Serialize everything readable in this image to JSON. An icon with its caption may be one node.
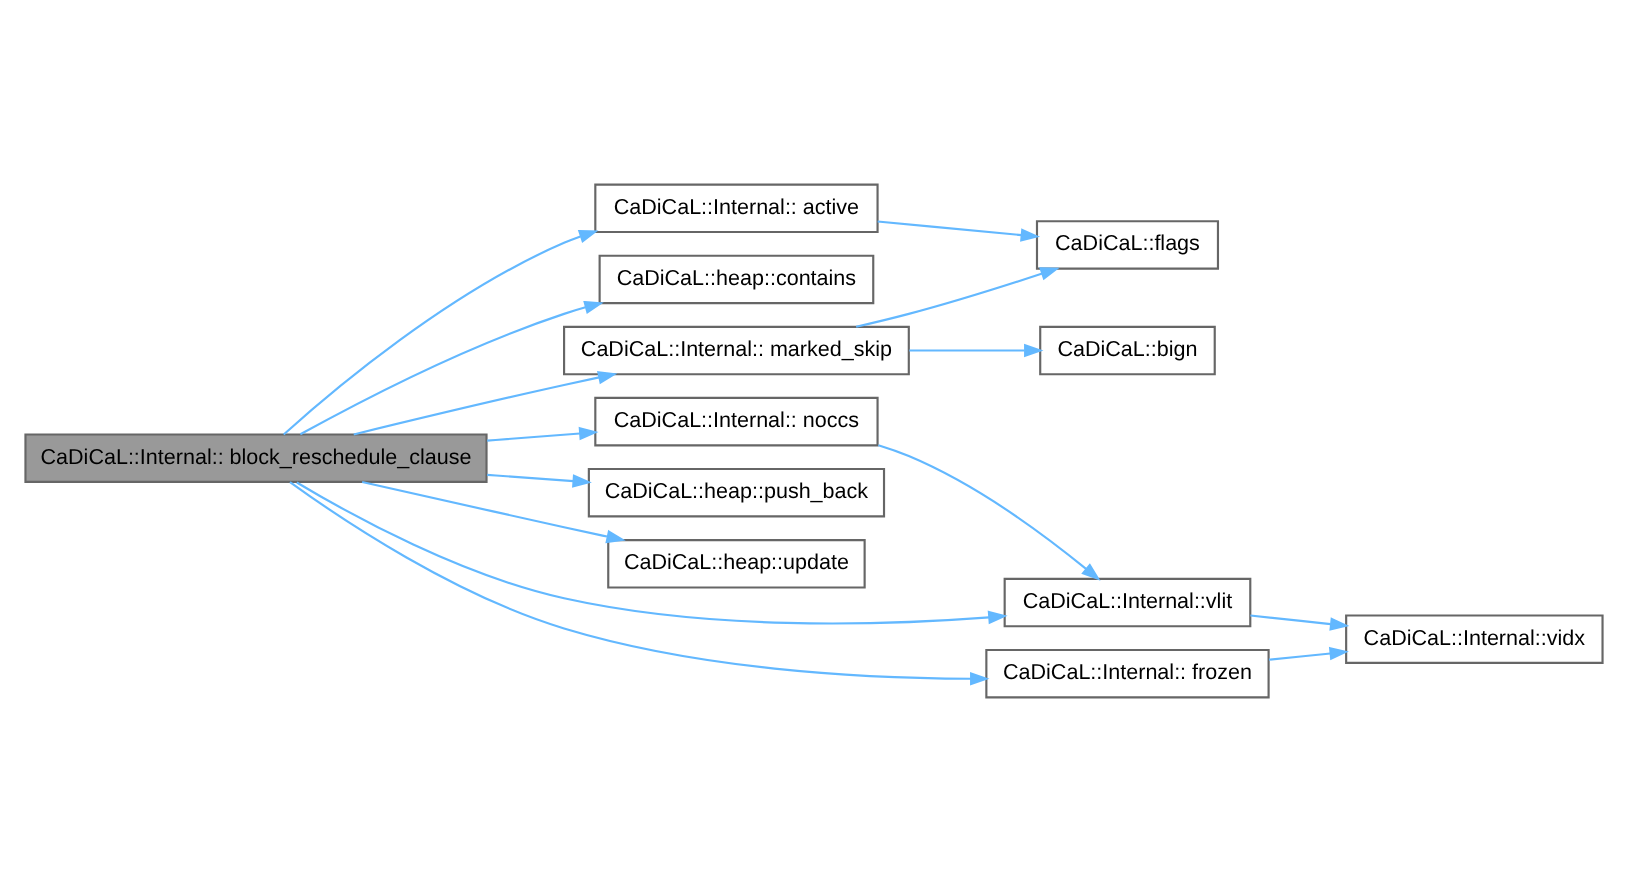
{
  "diagram": {
    "nodes": [
      {
        "text": [
          "CaDiCaL::Internal:: block_reschedule_clause"
        ]
      },
      {
        "text": [
          "CaDiCaL::Internal:: active"
        ]
      },
      {
        "text": [
          "CaDiCaL::heap::contains"
        ]
      },
      {
        "text": [
          "CaDiCaL::Internal:: marked_skip"
        ]
      },
      {
        "text": [
          "CaDiCaL::Internal:: noccs"
        ]
      },
      {
        "text": [
          "CaDiCaL::heap::push_back"
        ]
      },
      {
        "text": [
          "CaDiCaL::heap::update"
        ]
      },
      {
        "text": [
          "CaDiCaL::flags"
        ]
      },
      {
        "text": [
          "CaDiCaL::bign"
        ]
      },
      {
        "text": [
          "CaDiCaL::Internal:: frozen"
        ]
      },
      {
        "text": [
          "CaDiCaL::Internal::vlit"
        ]
      },
      {
        "text": [
          "CaDiCaL::Internal::vidx"
        ]
      }
    ],
    "edges": [
      {
        "from": 0,
        "to": 1,
        "arrow": "to"
      },
      {
        "from": 0,
        "to": 2,
        "arrow": "to"
      },
      {
        "from": 0,
        "to": 3,
        "arrow": "to"
      },
      {
        "from": 0,
        "to": 9,
        "arrow": "to"
      },
      {
        "from": 0,
        "to": 4,
        "arrow": "to"
      },
      {
        "from": 0,
        "to": 10,
        "arrow": "to"
      },
      {
        "from": 0,
        "to": 5,
        "arrow": "to"
      },
      {
        "from": 0,
        "to": 6,
        "arrow": "to"
      },
      {
        "from": 1,
        "to": 7,
        "arrow": "to"
      },
      {
        "from": 3,
        "to": 7,
        "arrow": "to"
      },
      {
        "from": 3,
        "to": 8,
        "arrow": "to"
      },
      {
        "from": 9,
        "to": 11,
        "arrow": "to"
      },
      {
        "from": 4,
        "to": 10,
        "arrow": "to"
      },
      {
        "from": 10,
        "to": 11,
        "arrow": "to"
      }
    ]
  }
}
